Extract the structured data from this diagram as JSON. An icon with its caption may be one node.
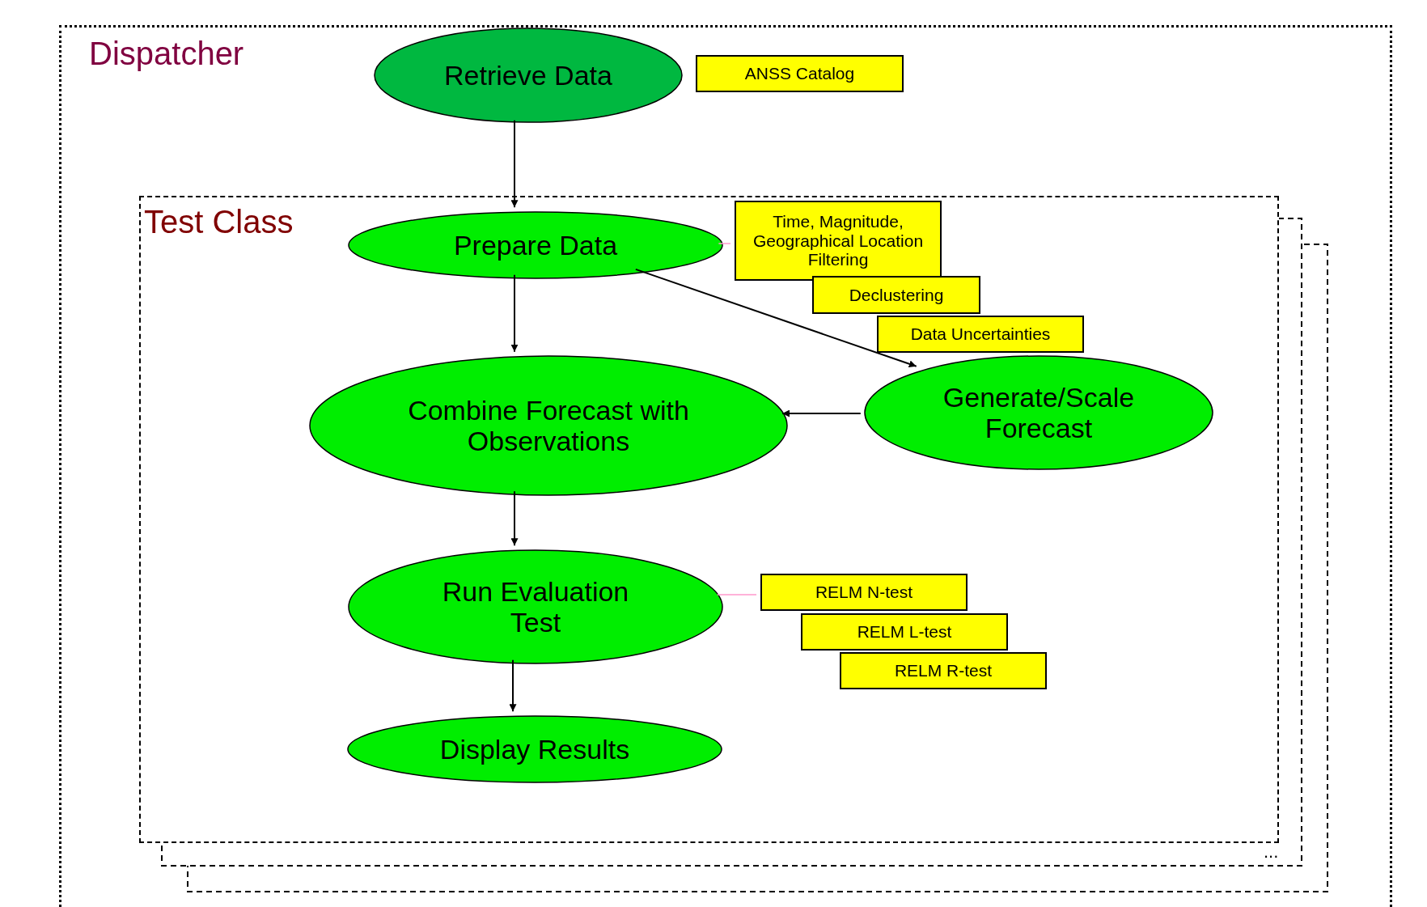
{
  "diagram": {
    "nodes": [
      {
        "text": [
          "Dispatcher"
        ]
      },
      {
        "text": [
          "Retrieve Data"
        ],
        "in": 0
      },
      {
        "text": [
          "ANSS Catalog"
        ],
        "in": 0
      },
      {
        "text": [
          "Test Class"
        ],
        "in": 0
      },
      {
        "text": [
          "Prepare Data"
        ],
        "in": 3
      },
      {
        "text": [
          "Time, Magnitude, Geographical Location Filtering"
        ],
        "in": 3
      },
      {
        "text": [
          "Declustering"
        ],
        "in": 3
      },
      {
        "text": [
          "Data Uncertainties"
        ],
        "in": 3
      },
      {
        "text": [
          "Combine Forecast with Observations"
        ],
        "in": 3
      },
      {
        "text": [
          "Generate/Scale Forecast"
        ],
        "in": 3
      },
      {
        "text": [
          "Run Evaluation Test"
        ],
        "in": 3
      },
      {
        "text": [
          "RELM N-test"
        ],
        "in": 3
      },
      {
        "text": [
          "RELM L-test"
        ],
        "in": 3
      },
      {
        "text": [
          "RELM R-test"
        ],
        "in": 3
      },
      {
        "text": [
          "Display Results"
        ],
        "in": 3
      }
    ],
    "edges": [
      {
        "from": 1,
        "to": 4,
        "arrow": "to"
      },
      {
        "from": 4,
        "to": 8,
        "arrow": "to"
      },
      {
        "from": 4,
        "to": 9,
        "arrow": "to"
      },
      {
        "from": 9,
        "to": 8,
        "arrow": "to"
      },
      {
        "from": 8,
        "to": 10,
        "arrow": "to"
      },
      {
        "from": 10,
        "to": 14,
        "arrow": "to"
      },
      {
        "from": 4,
        "to": 5,
        "arrow": "none",
        "color": "#ff99cc"
      },
      {
        "from": 10,
        "to": 11,
        "arrow": "none",
        "color": "#ff99cc"
      }
    ],
    "labels": [
      "..."
    ]
  }
}
